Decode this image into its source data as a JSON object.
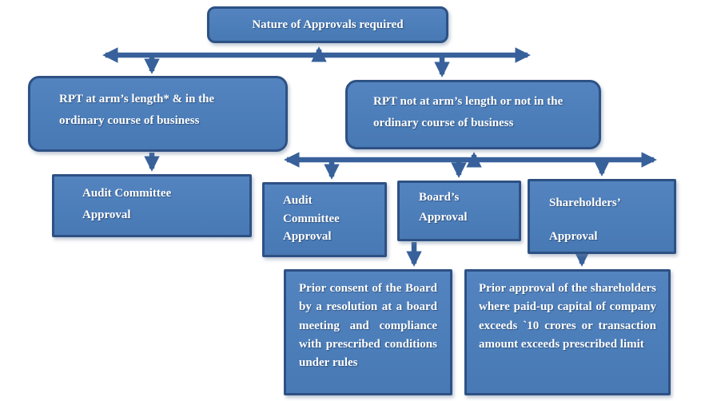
{
  "diagram": {
    "root": {
      "label": "Nature of Approvals required"
    },
    "left_branch": {
      "condition": "RPT at arm’s length* & in the ordinary course of business",
      "approval": "Audit Committee Approval"
    },
    "right_branch": {
      "condition": "RPT not at arm’s length or not in the ordinary course of business",
      "approvals": [
        {
          "label": "Audit Committee Approval"
        },
        {
          "label": "Board’s Approval"
        },
        {
          "label": "Shareholders’ Approval"
        }
      ],
      "details": [
        "Prior consent of the Board by a resolution at a board meeting and compliance with prescribed conditions under rules",
        "Prior approval of the shareholders where paid-up capital of company exceeds `10 crores or transaction amount exceeds prescribed limit"
      ]
    },
    "colors": {
      "box_fill": "#4d7fbb",
      "box_border": "#2d5184",
      "connector": "#38619b",
      "text": "#ffffff"
    }
  }
}
